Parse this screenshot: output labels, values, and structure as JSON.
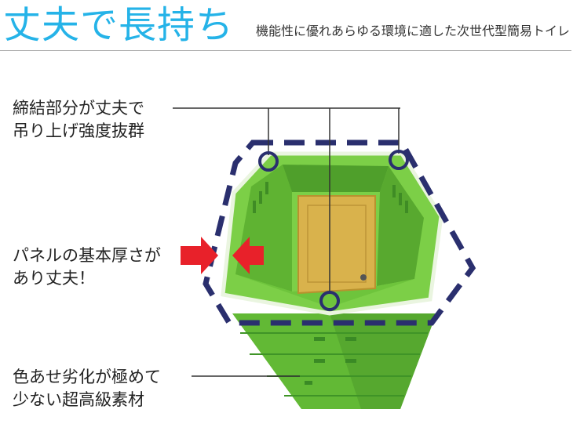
{
  "header": {
    "title": "丈夫で長持ち",
    "subtitle": "機能性に優れあらゆる環境に適した次世代型簡易トイレ"
  },
  "callouts": {
    "joint": {
      "line1": "締結部分が丈夫で",
      "line2": "吊り上げ強度抜群"
    },
    "panel": {
      "line1": "パネルの基本厚さが",
      "line2": "あり丈夫！"
    },
    "material": {
      "line1": "色あせ劣化が極めて",
      "line2": "少ない超高級素材"
    }
  },
  "colors": {
    "title": "#25b3e8",
    "green_body": "#6cc23a",
    "green_dark": "#3f9427",
    "dashed_outline": "#2a2f6e",
    "arrow": "#e8212a",
    "door": "#d9b24c"
  }
}
